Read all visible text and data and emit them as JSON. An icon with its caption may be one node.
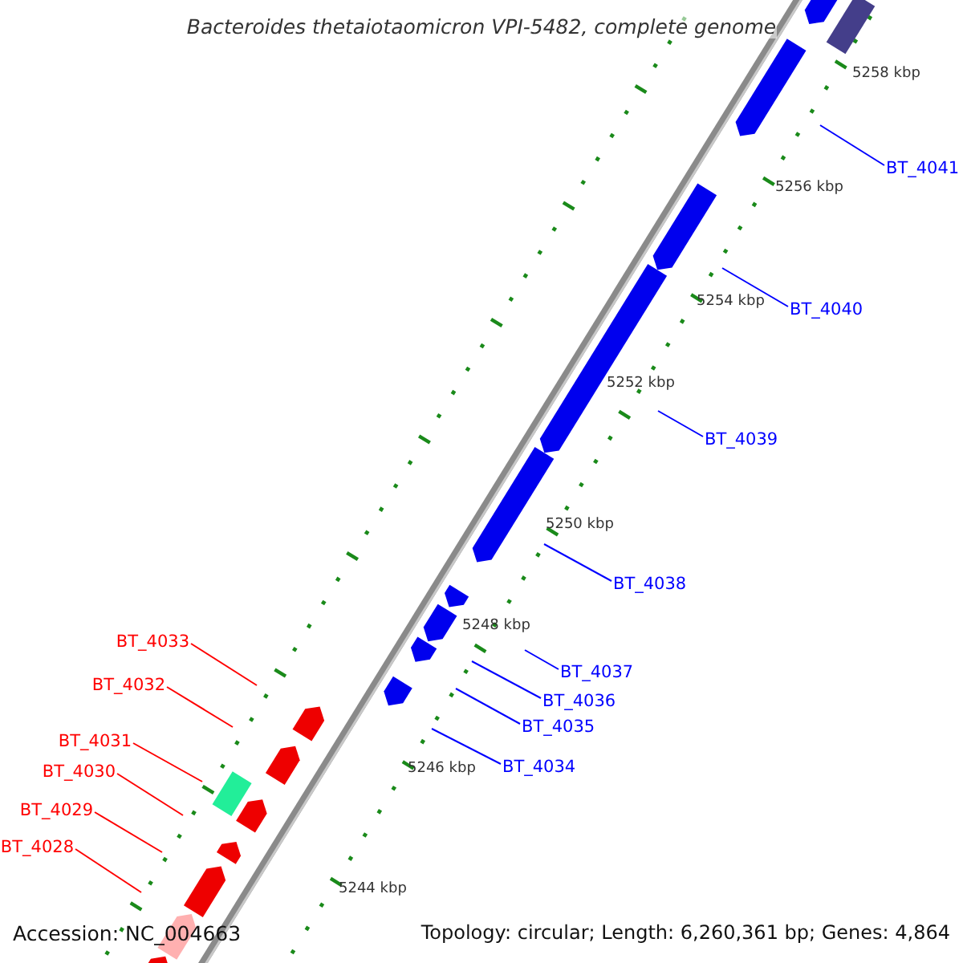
{
  "diagram": {
    "title": "Bacteroides thetaiotaomicron VPI-5482, complete genome",
    "nodes": [
      {
        "text": [
          "BT_4041"
        ]
      },
      {
        "text": [
          "BT_4040"
        ]
      },
      {
        "text": [
          "BT_4039"
        ]
      },
      {
        "text": [
          "BT_4038"
        ]
      },
      {
        "text": [
          "BT_4037"
        ]
      },
      {
        "text": [
          "BT_4036"
        ]
      },
      {
        "text": [
          "BT_4035"
        ]
      },
      {
        "text": [
          "BT_4034"
        ]
      },
      {
        "text": [
          "BT_4033"
        ]
      },
      {
        "text": [
          "BT_4032"
        ]
      },
      {
        "text": [
          "BT_4031"
        ]
      },
      {
        "text": [
          "BT_4030"
        ]
      },
      {
        "text": [
          "BT_4029"
        ]
      },
      {
        "text": [
          "BT_4028"
        ]
      }
    ],
    "edges": [
      {
        "from": 0,
        "to": null,
        "arrow": "none"
      },
      {
        "from": 1,
        "to": null,
        "arrow": "none"
      },
      {
        "from": 2,
        "to": null,
        "arrow": "none"
      },
      {
        "from": 3,
        "to": null,
        "arrow": "none"
      },
      {
        "from": 4,
        "to": null,
        "arrow": "none"
      },
      {
        "from": 5,
        "to": null,
        "arrow": "none"
      },
      {
        "from": 6,
        "to": null,
        "arrow": "none"
      },
      {
        "from": 7,
        "to": null,
        "arrow": "none"
      },
      {
        "from": 8,
        "to": null,
        "arrow": "none",
        "color": "#ff0000"
      },
      {
        "from": 9,
        "to": null,
        "arrow": "none",
        "color": "#ff0000"
      },
      {
        "from": 10,
        "to": null,
        "arrow": "none",
        "color": "#ff0000"
      },
      {
        "from": 11,
        "to": null,
        "arrow": "none",
        "color": "#ff0000"
      },
      {
        "from": 12,
        "to": null,
        "arrow": "none",
        "color": "#ff0000"
      },
      {
        "from": 13,
        "to": null,
        "arrow": "none",
        "color": "#ff0000"
      }
    ],
    "labels": [
      "5258 kbp",
      "5256 kbp",
      "5254 kbp",
      "5252 kbp",
      "5250 kbp",
      "5248 kbp",
      "5246 kbp",
      "5244 kbp",
      "Accession: NC_004663",
      "Topology: circular; Length: 6,260,361 bp; Genes: 4,864"
    ]
  }
}
